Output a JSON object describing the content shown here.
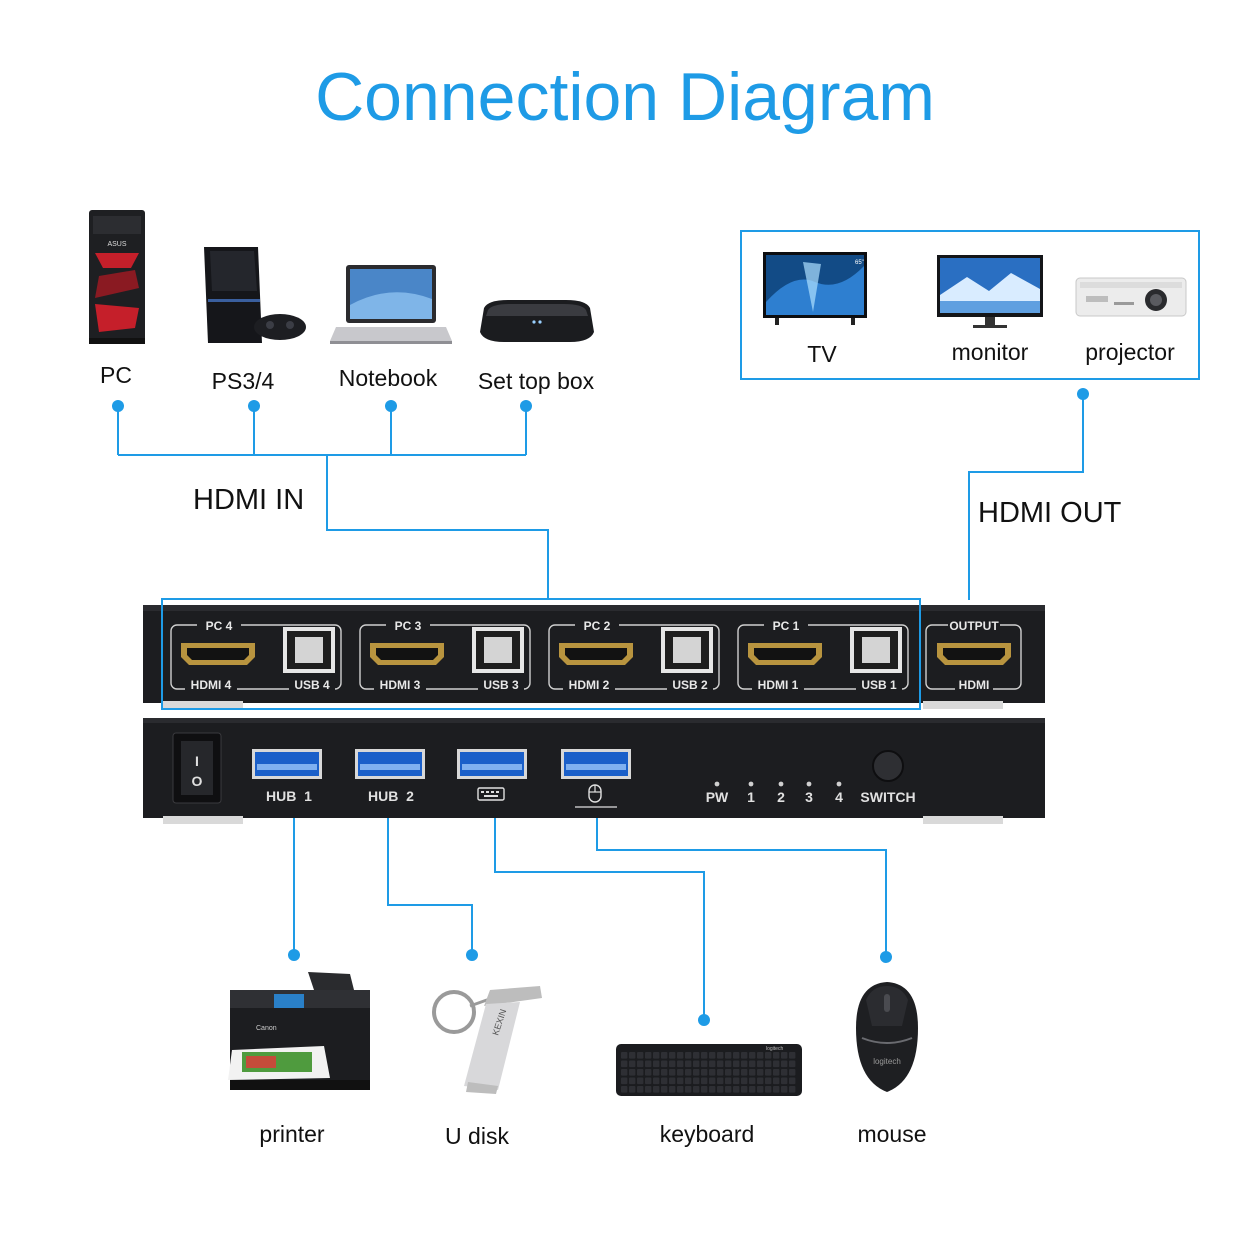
{
  "title": "Connection Diagram",
  "colors": {
    "accent": "#1e9be6",
    "device_body": "#1b1c1f",
    "hdmi_gold": "#c49a3a"
  },
  "inputs": [
    {
      "label": "PC",
      "icon": "pc-tower-icon"
    },
    {
      "label": "PS3/4",
      "icon": "game-console-icon"
    },
    {
      "label": "Notebook",
      "icon": "laptop-icon"
    },
    {
      "label": "Set top box",
      "icon": "set-top-box-icon"
    }
  ],
  "outputs": [
    {
      "label": "TV",
      "icon": "tv-icon"
    },
    {
      "label": "monitor",
      "icon": "monitor-icon"
    },
    {
      "label": "projector",
      "icon": "projector-icon"
    }
  ],
  "hdmi_in_label": "HDMI IN",
  "hdmi_out_label": "HDMI OUT",
  "back_panel": {
    "ports": [
      {
        "pc": "PC 4",
        "hdmi": "HDMI 4",
        "usb": "USB 4"
      },
      {
        "pc": "PC 3",
        "hdmi": "HDMI 3",
        "usb": "USB 3"
      },
      {
        "pc": "PC 2",
        "hdmi": "HDMI 2",
        "usb": "USB 2"
      },
      {
        "pc": "PC 1",
        "hdmi": "HDMI 1",
        "usb": "USB 1"
      }
    ],
    "output_top": "OUTPUT",
    "output_bottom": "HDMI"
  },
  "front_panel": {
    "power_on": "I",
    "power_off": "O",
    "hub1": "HUB  1",
    "hub2": "HUB  2",
    "keyboard_port_icon": "keyboard-port-icon",
    "mouse_port_icon": "mouse-port-icon",
    "leds": [
      "PW",
      "1",
      "2",
      "3",
      "4"
    ],
    "switch_label": "SWITCH"
  },
  "peripherals": [
    {
      "label": "printer",
      "icon": "printer-icon"
    },
    {
      "label": "U disk",
      "icon": "usb-flash-drive-icon"
    },
    {
      "label": "keyboard",
      "icon": "keyboard-icon"
    },
    {
      "label": "mouse",
      "icon": "mouse-icon"
    }
  ]
}
